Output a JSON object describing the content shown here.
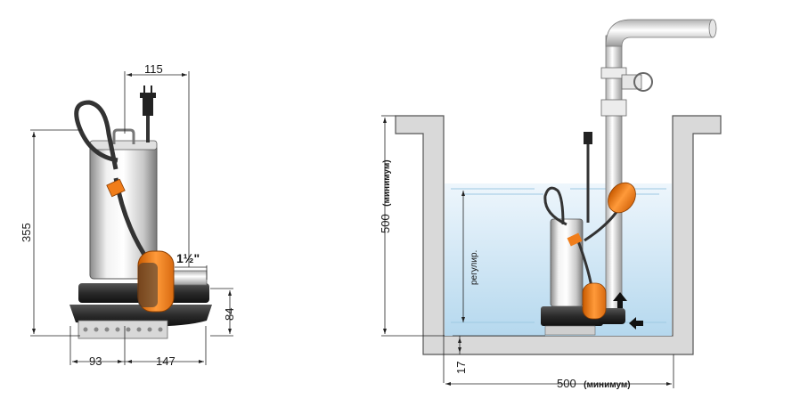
{
  "left_view": {
    "dim_width_top": "115",
    "dim_height_total": "355",
    "dim_outlet": "1½\"",
    "dim_base_height": "84",
    "dim_left_offset": "93",
    "dim_right_offset": "147"
  },
  "right_view": {
    "dim_sump_height": "500",
    "dim_sump_height_note": "(минимум)",
    "dim_regulation": "регулир.",
    "dim_clearance": "17",
    "dim_sump_width": "500",
    "dim_sump_width_note": "(минимум)"
  },
  "colors": {
    "pump_orange": "#f07d1a",
    "pump_dark": "#2a2a2a",
    "water_top": "#e8f3fb",
    "water_bottom": "#b9dbef",
    "wall_gray": "#d9d9d9"
  }
}
